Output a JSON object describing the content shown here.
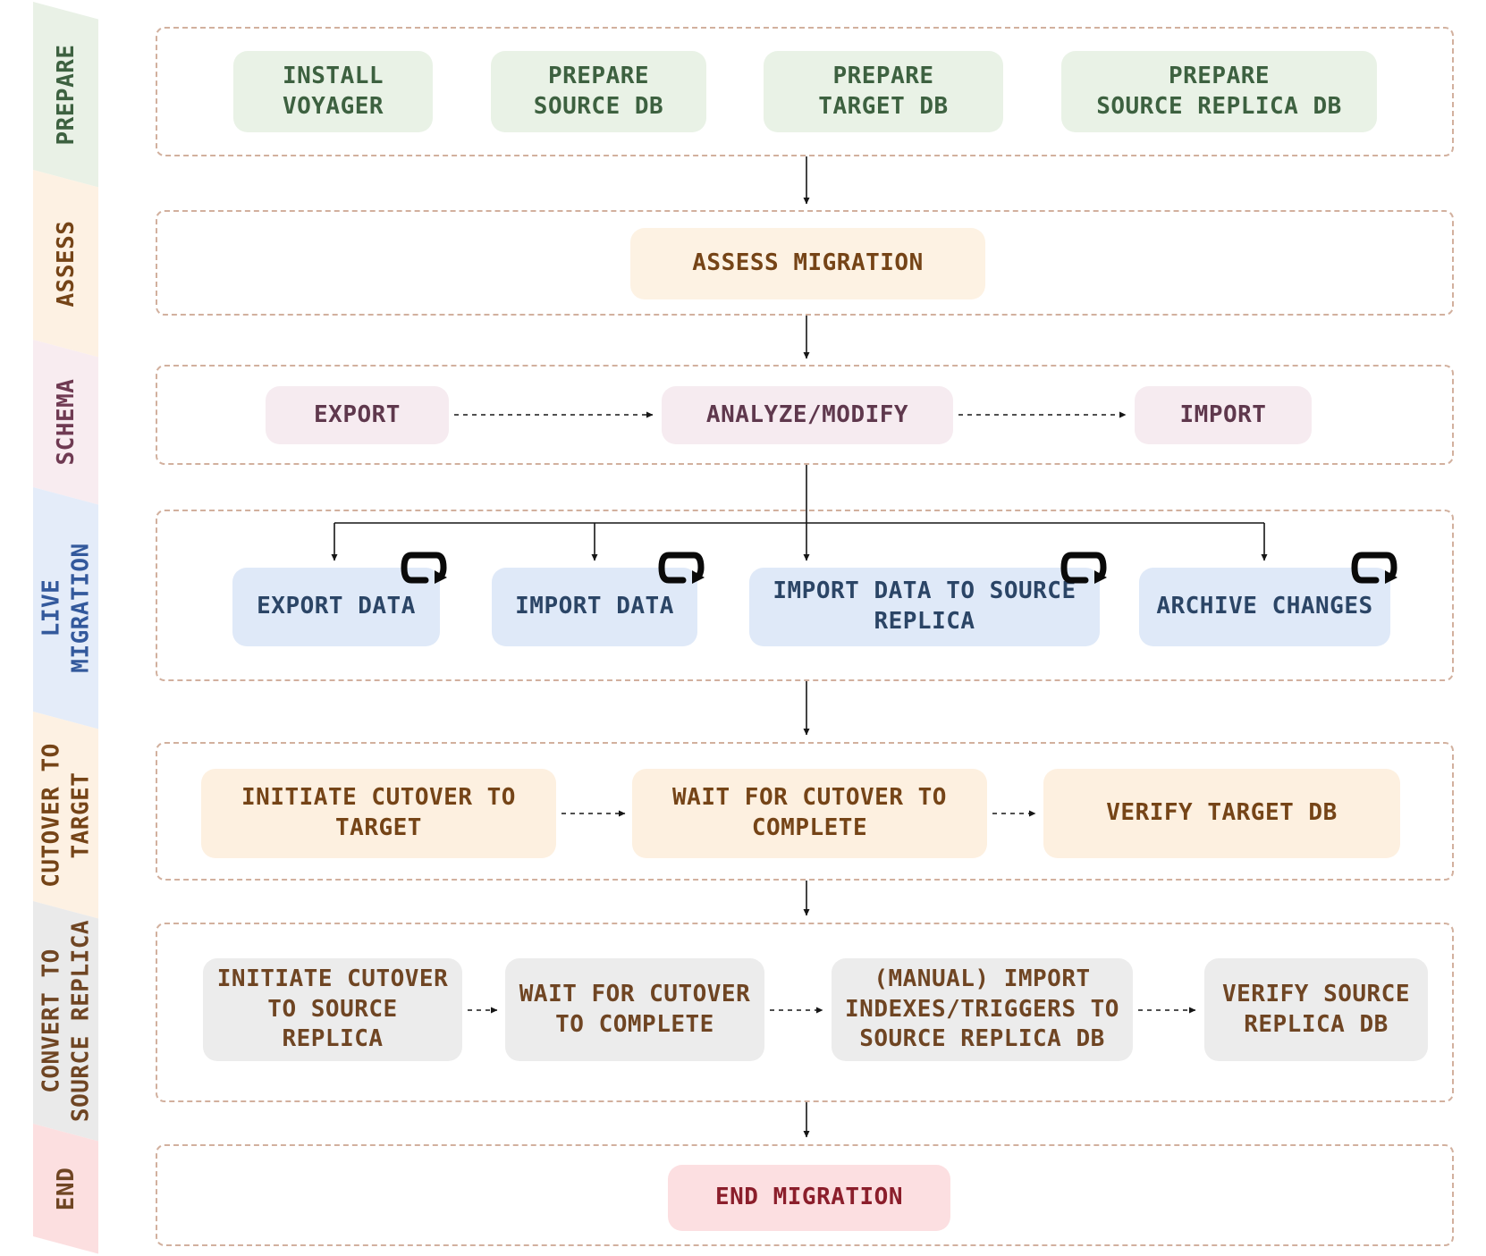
{
  "diagram": {
    "title": "Database live migration workflow",
    "colors": {
      "container_border": "#d2b09e",
      "connector": "#161616",
      "loop_icon": "#0a0a0a",
      "background": "#ffffff"
    },
    "sidebar": {
      "lanes": [
        {
          "label": "PREPARE",
          "bg": "#e9f1e6",
          "color": "#3d6140"
        },
        {
          "label": "ASSESS",
          "bg": "#fdf1e3",
          "color": "#754417"
        },
        {
          "label": "SCHEMA",
          "bg": "#f8ecf0",
          "color": "#6f3a52"
        },
        {
          "label": "LIVE\nMIGRATION",
          "bg": "#e4ecf9",
          "color": "#33599c"
        },
        {
          "label": "CUTOVER TO\nTARGET",
          "bg": "#fdf1e3",
          "color": "#754417"
        },
        {
          "label": "CONVERT TO\nSOURCE REPLICA",
          "bg": "#eaeaea",
          "color": "#6f4523"
        },
        {
          "label": "END",
          "bg": "#fcdfe0",
          "color": "#6f4523"
        }
      ]
    },
    "rows": [
      {
        "name": "prepare",
        "node_bg": "#e9f2e6",
        "node_color": "#3d6140",
        "nodes": [
          {
            "label": "INSTALL\nVOYAGER"
          },
          {
            "label": "PREPARE\nSOURCE DB"
          },
          {
            "label": "PREPARE\nTARGET DB"
          },
          {
            "label": "PREPARE\nSOURCE REPLICA DB"
          }
        ]
      },
      {
        "name": "assess",
        "node_bg": "#fdf2e3",
        "node_color": "#754417",
        "nodes": [
          {
            "label": "ASSESS MIGRATION"
          }
        ]
      },
      {
        "name": "schema",
        "node_bg": "#f6ebf0",
        "node_color": "#5f384d",
        "nodes": [
          {
            "label": "EXPORT"
          },
          {
            "label": "ANALYZE/MODIFY"
          },
          {
            "label": "IMPORT"
          }
        ]
      },
      {
        "name": "live-migration",
        "node_bg": "#dfe9f8",
        "node_color": "#2b4566",
        "nodes": [
          {
            "label": "EXPORT DATA",
            "loop": true
          },
          {
            "label": "IMPORT DATA",
            "loop": true
          },
          {
            "label": "IMPORT DATA TO SOURCE\nREPLICA",
            "loop": true
          },
          {
            "label": "ARCHIVE CHANGES",
            "loop": true
          }
        ]
      },
      {
        "name": "cutover-to-target",
        "node_bg": "#fdf0e0",
        "node_color": "#754417",
        "nodes": [
          {
            "label": "INITIATE CUTOVER TO\nTARGET"
          },
          {
            "label": "WAIT FOR CUTOVER TO\nCOMPLETE"
          },
          {
            "label": "VERIFY TARGET DB"
          }
        ]
      },
      {
        "name": "convert-to-source-replica",
        "node_bg": "#ececec",
        "node_color": "#6f4523",
        "nodes": [
          {
            "label": "INITIATE CUTOVER\nTO SOURCE REPLICA"
          },
          {
            "label": "WAIT FOR CUTOVER\nTO COMPLETE"
          },
          {
            "label": "(MANUAL) IMPORT\nINDEXES/TRIGGERS TO\nSOURCE REPLICA DB"
          },
          {
            "label": "VERIFY SOURCE\nREPLICA DB"
          }
        ]
      },
      {
        "name": "end",
        "node_bg": "#fcdfe1",
        "node_color": "#8b1e2b",
        "nodes": [
          {
            "label": "END MIGRATION"
          }
        ]
      }
    ]
  }
}
